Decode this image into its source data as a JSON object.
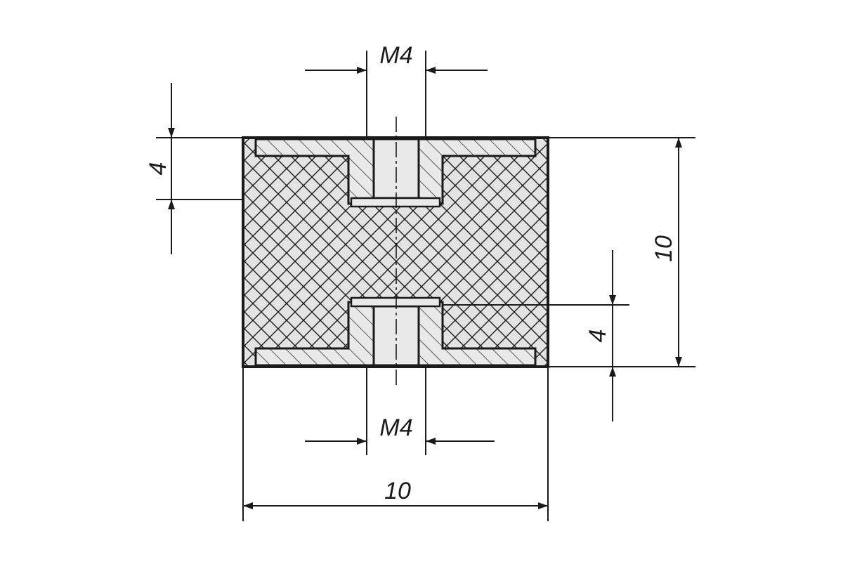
{
  "dimensions": {
    "thread_top": "M4",
    "thread_bottom": "M4",
    "insert_depth_top": "4",
    "insert_depth_bottom": "4",
    "overall_height": "10",
    "overall_diameter": "10"
  },
  "colors": {
    "line": "#1a1a1a",
    "rubber_fill": "#e3e3e3",
    "insert_fill": "#e9e9e9"
  }
}
